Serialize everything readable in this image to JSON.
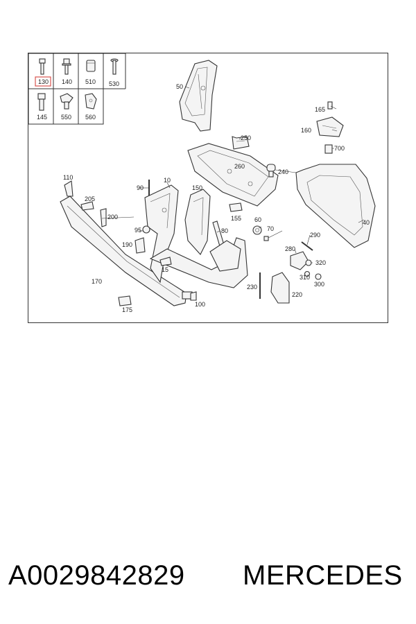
{
  "diagram": {
    "legend": {
      "cells": [
        "130",
        "140",
        "510",
        "530",
        "145",
        "550",
        "560"
      ],
      "highlighted": "130",
      "highlight_color": "#d9534f"
    },
    "callouts": [
      "50",
      "165",
      "160",
      "700",
      "250",
      "260",
      "240",
      "110",
      "90",
      "10",
      "150",
      "205",
      "200",
      "155",
      "60",
      "70",
      "40",
      "95",
      "80",
      "290",
      "190",
      "280",
      "320",
      "15",
      "170",
      "310",
      "300",
      "230",
      "220",
      "100",
      "175"
    ]
  },
  "caption": {
    "part_number": "A0029842829",
    "brand": "MERCEDES"
  }
}
